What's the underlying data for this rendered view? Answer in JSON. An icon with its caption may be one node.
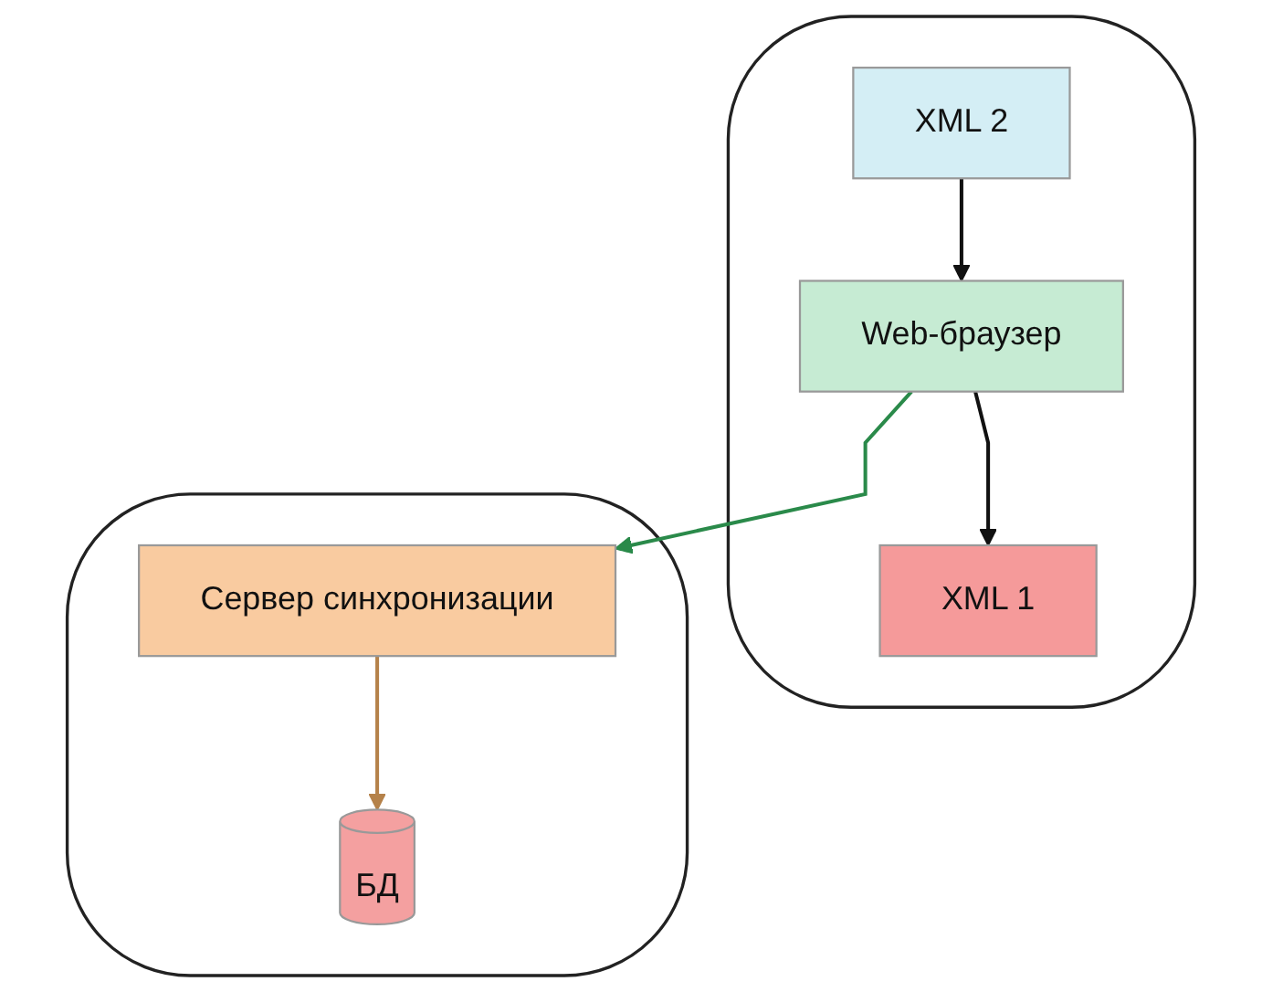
{
  "diagram": {
    "nodes": [
      {
        "text": [],
        "shape": "box"
      },
      {
        "text": [
          "Web-браузер"
        ],
        "in": 0
      },
      {
        "text": [
          "XML 1"
        ],
        "in": 0
      },
      {
        "text": [
          "XML 2"
        ],
        "in": 0
      },
      {
        "text": [],
        "shape": "box"
      },
      {
        "text": [
          "БД"
        ],
        "in": 4
      },
      {
        "text": [
          "Сервер синхронизации"
        ],
        "in": 4
      }
    ],
    "edges": [
      {
        "from": 1,
        "to": 6,
        "arrow": "to",
        "color": "#2a8a4a"
      },
      {
        "from": 1,
        "to": 2,
        "arrow": "to"
      },
      {
        "from": 3,
        "to": 1,
        "arrow": "to"
      },
      {
        "from": 6,
        "to": 5,
        "arrow": "to",
        "color": "#b5824a"
      }
    ]
  }
}
